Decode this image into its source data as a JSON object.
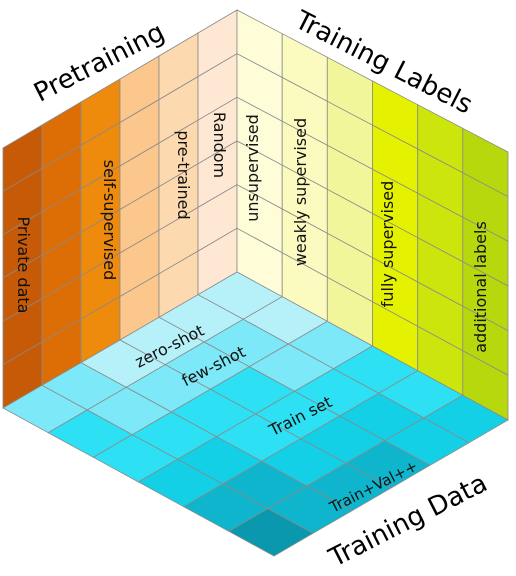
{
  "axes": {
    "pretraining": "Pretraining",
    "training_labels": "Training Labels",
    "training_data": "Training Data"
  },
  "pretraining_options": {
    "private_data": "Private data",
    "self_supervised": "self-supervised",
    "pre_trained": "pre-trained",
    "random": "Random"
  },
  "label_options": {
    "unsupervised": "unsupervised",
    "weakly_supervised": "weakly supervised",
    "fully_supervised": "fully supervised",
    "additional_labels": "additional labels"
  },
  "data_options": {
    "zero_shot": "zero-shot",
    "few_shot": "few-shot",
    "train_set": "Train set",
    "train_val": "Train+Val++"
  },
  "colors": {
    "left_face": [
      "#c65a06",
      "#dd6e06",
      "#ee8a0c",
      "#fbc78c",
      "#fdd9b0",
      "#fee8d4"
    ],
    "right_face": [
      "#fefdd8",
      "#fbfbc0",
      "#f2f69a",
      "#e4f201",
      "#cce50c",
      "#b8d80e"
    ],
    "bottom_face": [
      "#b6f1fa",
      "#7de8f7",
      "#2de0f3",
      "#13d0e6",
      "#0eb5cc",
      "#0a98ae"
    ],
    "grid_line": "#8a8a8a"
  }
}
